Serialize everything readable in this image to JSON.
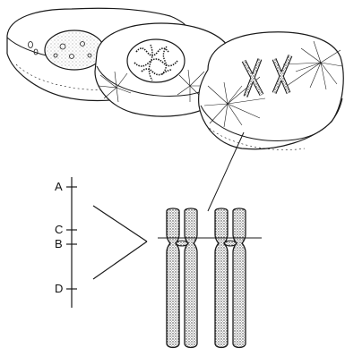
{
  "labels": {
    "a": "A",
    "b": "B",
    "c": "C",
    "d": "D"
  },
  "colors": {
    "ink": "#1a1a1a",
    "stipple": "#444444",
    "background": "#ffffff"
  }
}
